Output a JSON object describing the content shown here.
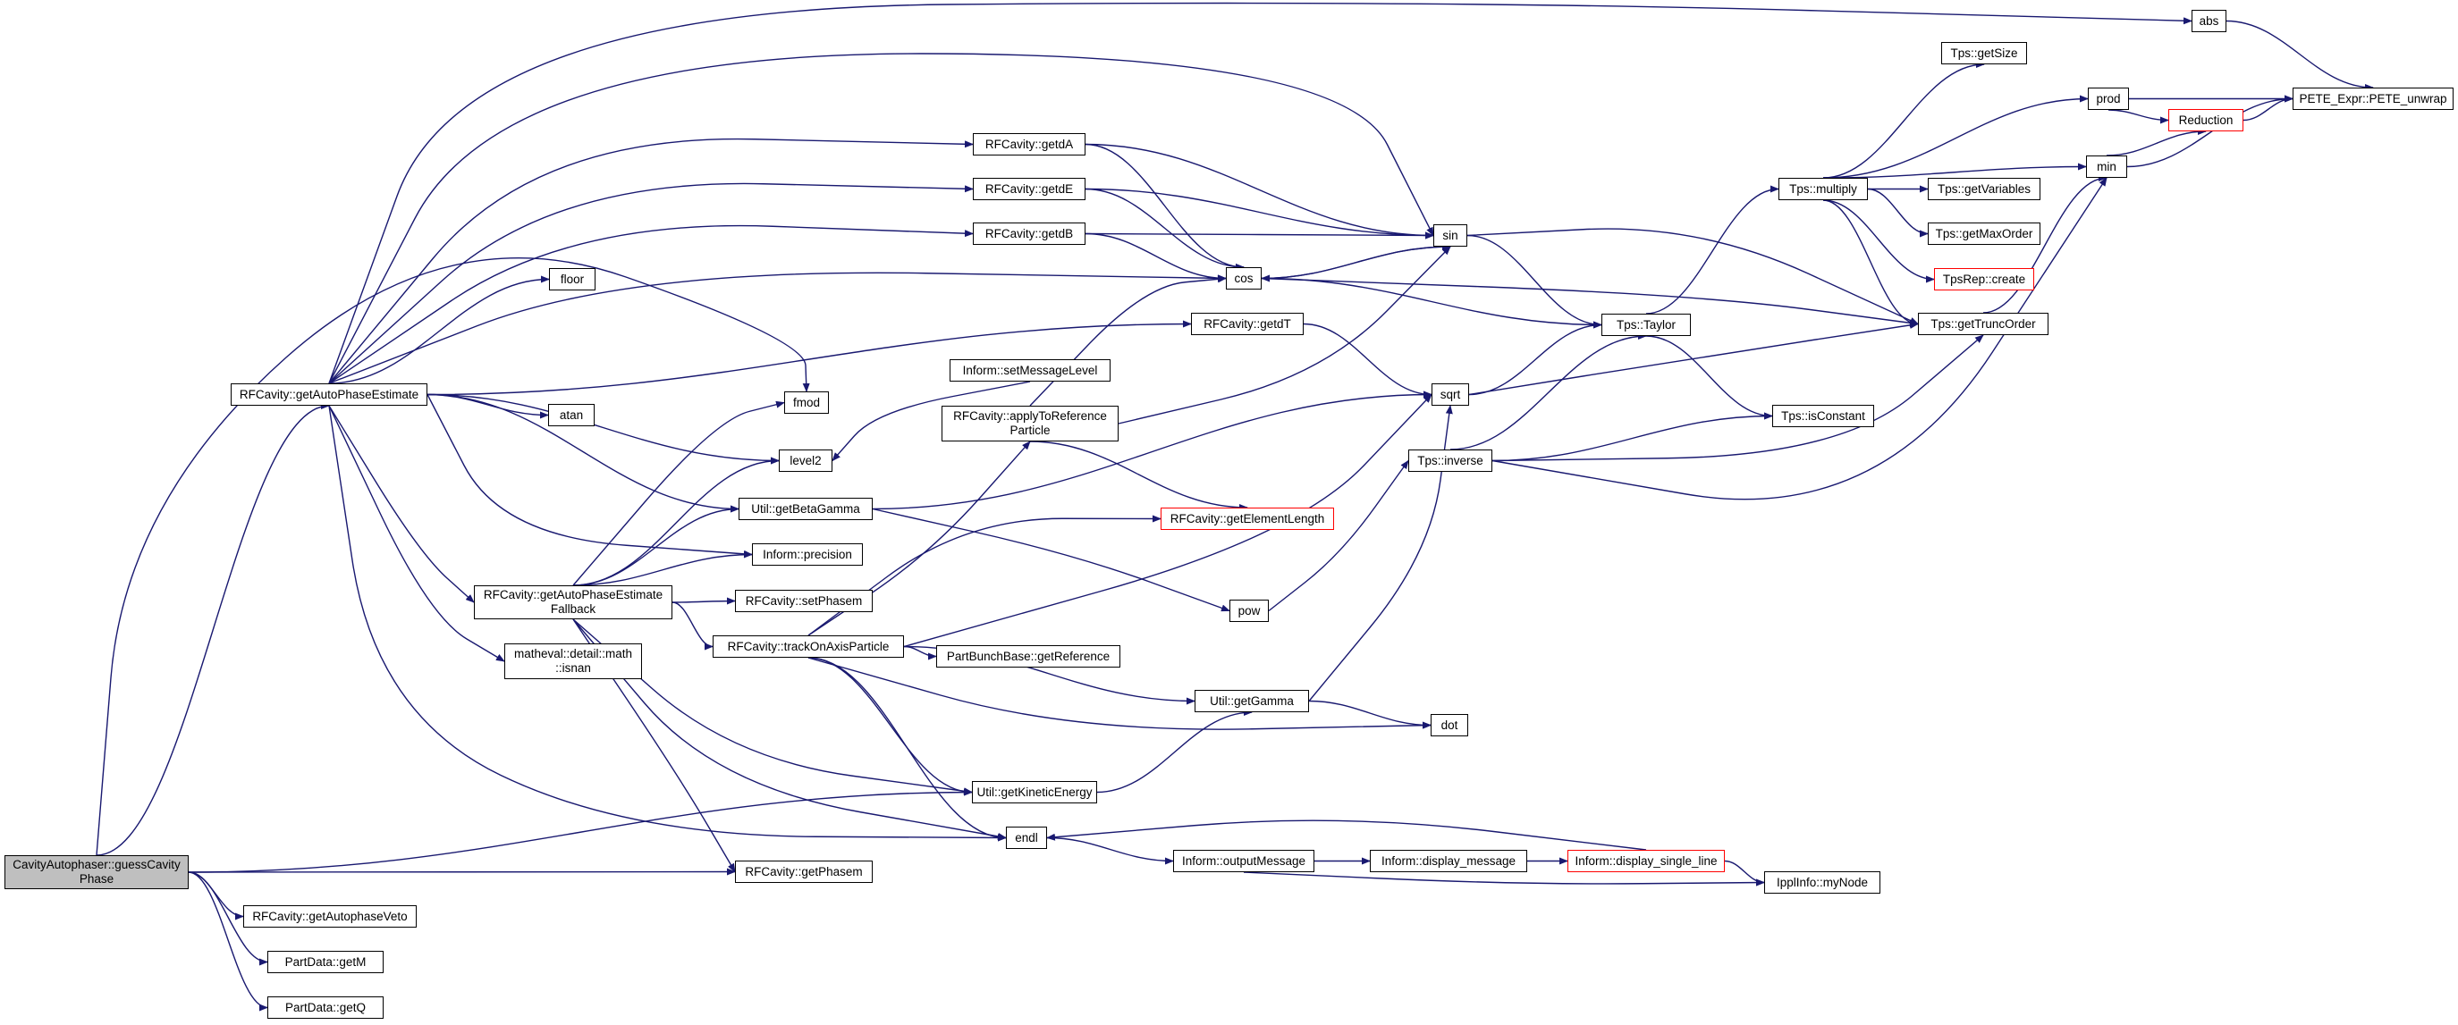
{
  "colors": {
    "edge": "#191970",
    "node_border": "#000000",
    "truncated_border": "#ff0000",
    "root_fill": "#bfbfbf"
  },
  "nodes": {
    "guessCavityPhase": "CavityAutophaser::guessCavity\nPhase",
    "getAutoPhaseEstimate": "RFCavity::getAutoPhaseEstimate",
    "abs": "abs",
    "sin": "sin",
    "getdA": "RFCavity::getdA",
    "getdE": "RFCavity::getdE",
    "getdB": "RFCavity::getdB",
    "cos": "cos",
    "floor": "floor",
    "getdT": "RFCavity::getdT",
    "setMessageLevel": "Inform::setMessageLevel",
    "fmod": "fmod",
    "applyToReferenceParticle": "RFCavity::applyToReference\nParticle",
    "atan": "atan",
    "level2": "level2",
    "getBetaGamma": "Util::getBetaGamma",
    "getElementLength": "RFCavity::getElementLength",
    "precision": "Inform::precision",
    "getAutoPhaseEstimateFallback": "RFCavity::getAutoPhaseEstimate\nFallback",
    "setPhasem": "RFCavity::setPhasem",
    "pow": "pow",
    "trackOnAxisParticle": "RFCavity::trackOnAxisParticle",
    "getReference": "PartBunchBase::getReference",
    "isnan": "matheval::detail::math\n::isnan",
    "getGamma": "Util::getGamma",
    "dot": "dot",
    "getKineticEnergy": "Util::getKineticEnergy",
    "endl": "endl",
    "outputMessage": "Inform::outputMessage",
    "display_message": "Inform::display_message",
    "display_single_line": "Inform::display_single_line",
    "myNode": "IpplInfo::myNode",
    "getPhasem": "RFCavity::getPhasem",
    "getAutophaseVeto": "RFCavity::getAutophaseVeto",
    "getM": "PartData::getM",
    "getQ": "PartData::getQ",
    "sqrt": "sqrt",
    "Taylor": "Tps::Taylor",
    "multiply": "Tps::multiply",
    "getSize": "Tps::getSize",
    "getVariables": "Tps::getVariables",
    "getMaxOrder": "Tps::getMaxOrder",
    "create": "TpsRep::create",
    "getTruncOrder": "Tps::getTruncOrder",
    "isConstant": "Tps::isConstant",
    "inverse": "Tps::inverse",
    "prod": "prod",
    "Reduction": "Reduction",
    "PETE_unwrap": "PETE_Expr::PETE_unwrap",
    "min": "min"
  }
}
